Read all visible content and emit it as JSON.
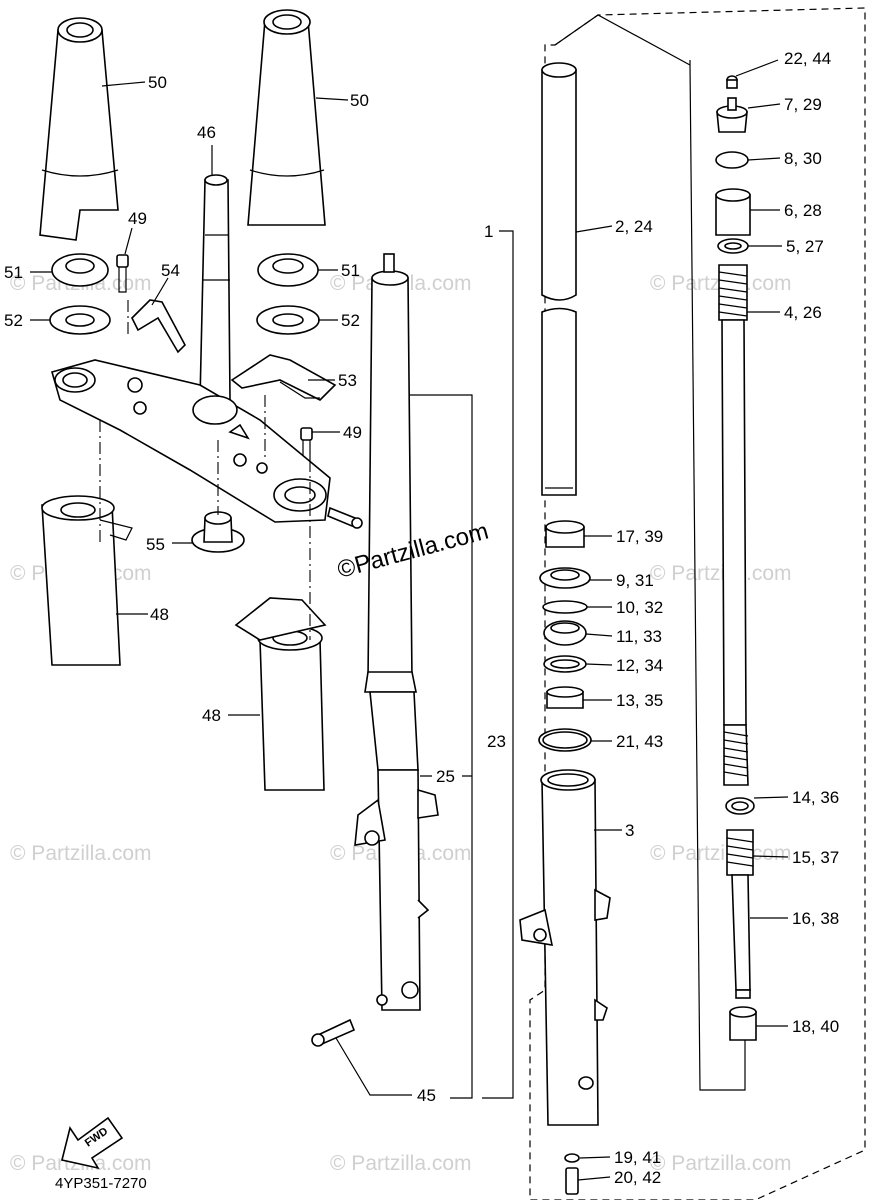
{
  "diagram_code": "4YP351-7270",
  "fwd_label": "FWD",
  "watermark": "© Partzilla.com",
  "watermark_main": "©Partzilla.com",
  "callouts": [
    {
      "id": "c50a",
      "text": "50"
    },
    {
      "id": "c50b",
      "text": "50"
    },
    {
      "id": "c46",
      "text": "46"
    },
    {
      "id": "c49a",
      "text": "49"
    },
    {
      "id": "c51a",
      "text": "51"
    },
    {
      "id": "c51b",
      "text": "51"
    },
    {
      "id": "c52a",
      "text": "52"
    },
    {
      "id": "c52b",
      "text": "52"
    },
    {
      "id": "c54",
      "text": "54"
    },
    {
      "id": "c53",
      "text": "53"
    },
    {
      "id": "c49b",
      "text": "49"
    },
    {
      "id": "c55",
      "text": "55"
    },
    {
      "id": "c48a",
      "text": "48"
    },
    {
      "id": "c48b",
      "text": "48"
    },
    {
      "id": "c1",
      "text": "1"
    },
    {
      "id": "c23",
      "text": "23"
    },
    {
      "id": "c25",
      "text": "25"
    },
    {
      "id": "c45",
      "text": "45"
    },
    {
      "id": "c2",
      "text": "2, 24"
    },
    {
      "id": "c3",
      "text": "3"
    },
    {
      "id": "c22",
      "text": "22, 44"
    },
    {
      "id": "c7",
      "text": "7, 29"
    },
    {
      "id": "c8",
      "text": "8, 30"
    },
    {
      "id": "c6",
      "text": "6, 28"
    },
    {
      "id": "c5",
      "text": "5, 27"
    },
    {
      "id": "c4",
      "text": "4, 26"
    },
    {
      "id": "c17",
      "text": "17, 39"
    },
    {
      "id": "c9",
      "text": "9, 31"
    },
    {
      "id": "c10",
      "text": "10, 32"
    },
    {
      "id": "c11",
      "text": "11, 33"
    },
    {
      "id": "c12",
      "text": "12, 34"
    },
    {
      "id": "c13",
      "text": "13, 35"
    },
    {
      "id": "c21",
      "text": "21, 43"
    },
    {
      "id": "c14",
      "text": "14, 36"
    },
    {
      "id": "c15",
      "text": "15, 37"
    },
    {
      "id": "c16",
      "text": "16, 38"
    },
    {
      "id": "c18",
      "text": "18, 40"
    },
    {
      "id": "c19",
      "text": "19, 41"
    },
    {
      "id": "c20",
      "text": "20, 42"
    }
  ]
}
